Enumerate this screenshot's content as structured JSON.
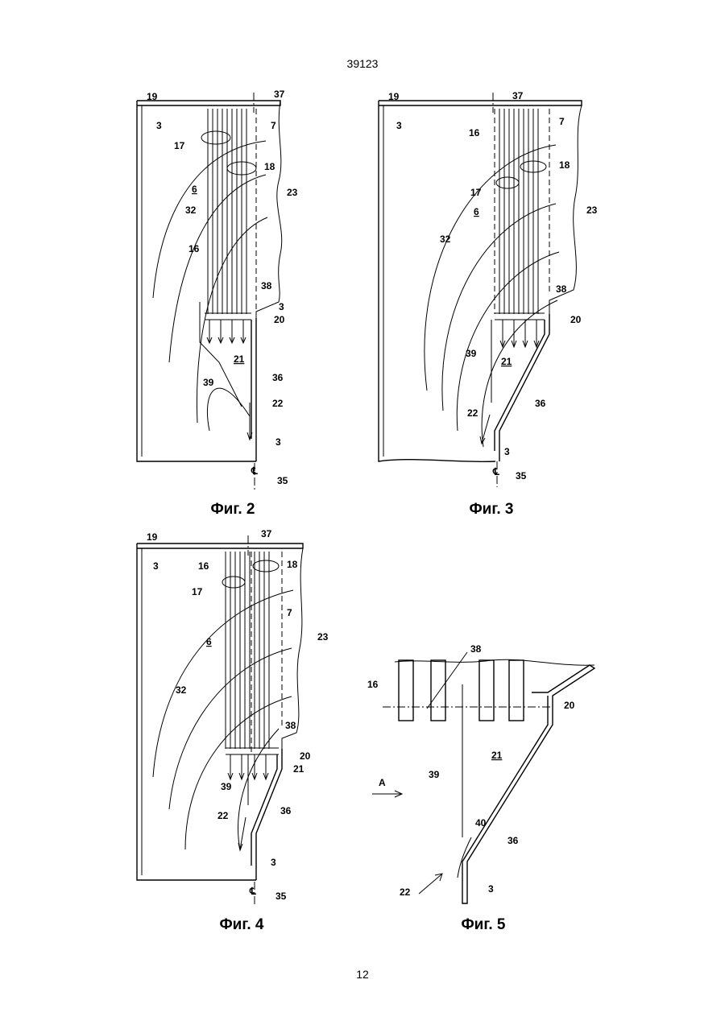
{
  "page": {
    "header_number": "39123",
    "footer_number": "12"
  },
  "figures": {
    "fig2": {
      "caption": "Фиг. 2",
      "labels": {
        "l19": "19",
        "l37": "37",
        "l3a": "3",
        "l7": "7",
        "l17": "17",
        "l18": "18",
        "l23": "23",
        "l6": "6",
        "l32": "32",
        "l16": "16",
        "l38": "38",
        "l3b": "3",
        "l20": "20",
        "l21": "21",
        "l36": "36",
        "l39": "39",
        "l22": "22",
        "l3c": "3",
        "lcl": "℄",
        "l35": "35"
      }
    },
    "fig3": {
      "caption": "Фиг. 3",
      "labels": {
        "l19": "19",
        "l37": "37",
        "l3a": "3",
        "l16": "16",
        "l7": "7",
        "l18": "18",
        "l17": "17",
        "l23": "23",
        "l6": "6",
        "l32": "32",
        "l38": "38",
        "l20": "20",
        "l39": "39",
        "l21": "21",
        "l36": "36",
        "l22": "22",
        "l3b": "3",
        "lcl": "℄",
        "l35": "35"
      }
    },
    "fig4": {
      "caption": "Фиг. 4",
      "labels": {
        "l19": "19",
        "l37": "37",
        "l3a": "3",
        "l16": "16",
        "l18": "18",
        "l17": "17",
        "l7": "7",
        "l23": "23",
        "l6": "6",
        "l32": "32",
        "l38": "38",
        "l20": "20",
        "l39": "39",
        "l21": "21",
        "l22": "22",
        "l36": "36",
        "l3b": "3",
        "lcl": "℄",
        "l35": "35"
      }
    },
    "fig5": {
      "caption": "Фиг. 5",
      "labels": {
        "l38": "38",
        "l16": "16",
        "l20": "20",
        "l21": "21",
        "lA": "A",
        "l39": "39",
        "l40": "40",
        "l36": "36",
        "l22": "22",
        "l3": "3"
      }
    }
  }
}
